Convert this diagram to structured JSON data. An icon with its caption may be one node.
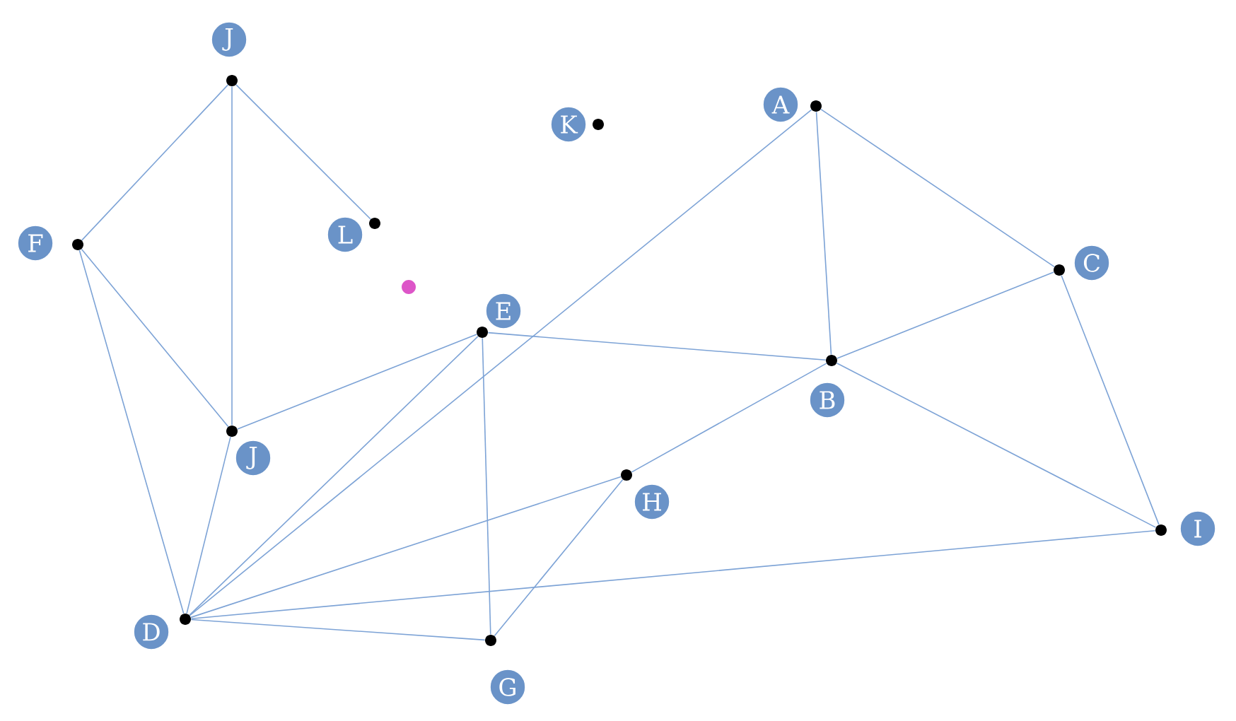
{
  "diagram": {
    "nodes": [
      {
        "text": [
          "J"
        ]
      },
      {
        "text": [
          "A"
        ]
      },
      {
        "text": [
          "K"
        ]
      },
      {
        "text": [
          "L"
        ]
      },
      {
        "text": [
          "F"
        ]
      },
      {
        "text": [
          "C"
        ]
      },
      {
        "text": [
          "E"
        ]
      },
      {
        "text": [
          "B"
        ]
      },
      {
        "text": [
          "J"
        ]
      },
      {
        "text": [
          "H"
        ]
      },
      {
        "text": [
          "I"
        ]
      },
      {
        "text": [
          "D"
        ]
      },
      {
        "text": [
          "G"
        ]
      }
    ],
    "edges": [
      {
        "from": 0,
        "to": 4,
        "arrow": "none"
      },
      {
        "from": 0,
        "to": 8,
        "arrow": "none"
      },
      {
        "from": 0,
        "to": 3,
        "arrow": "none"
      },
      {
        "from": 4,
        "to": 8,
        "arrow": "none"
      },
      {
        "from": 4,
        "to": 11,
        "arrow": "none"
      },
      {
        "from": 8,
        "to": 6,
        "arrow": "none"
      },
      {
        "from": 8,
        "to": 11,
        "arrow": "none"
      },
      {
        "from": 11,
        "to": 6,
        "arrow": "none"
      },
      {
        "from": 11,
        "to": 1,
        "arrow": "none"
      },
      {
        "from": 11,
        "to": 9,
        "arrow": "none"
      },
      {
        "from": 11,
        "to": 10,
        "arrow": "none"
      },
      {
        "from": 11,
        "to": 12,
        "arrow": "none"
      },
      {
        "from": 6,
        "to": 12,
        "arrow": "none"
      },
      {
        "from": 6,
        "to": 7,
        "arrow": "none"
      },
      {
        "from": 1,
        "to": 7,
        "arrow": "none"
      },
      {
        "from": 1,
        "to": 5,
        "arrow": "none"
      },
      {
        "from": 5,
        "to": 7,
        "arrow": "none"
      },
      {
        "from": 5,
        "to": 10,
        "arrow": "none"
      },
      {
        "from": 7,
        "to": 10,
        "arrow": "none"
      },
      {
        "from": 7,
        "to": 9,
        "arrow": "none"
      },
      {
        "from": 9,
        "to": 12,
        "arrow": "none"
      }
    ]
  }
}
